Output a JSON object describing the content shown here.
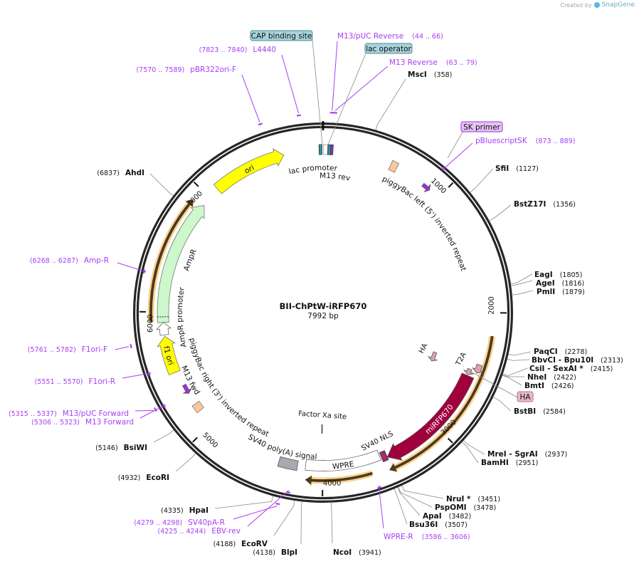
{
  "branding": {
    "created_by": "Created by",
    "product": "SnapGene"
  },
  "plasmid": {
    "name": "BII-ChPtW-iRFP670",
    "length_label": "7992 bp",
    "length_bp": 7992
  },
  "ticks": [
    "1000",
    "2000",
    "3000",
    "4000",
    "5000",
    "6000",
    "7000"
  ],
  "enzymes": [
    {
      "name": "MscI",
      "pos": "(358)",
      "bp": 358
    },
    {
      "name": "SfiI",
      "pos": "(1127)",
      "bp": 1127
    },
    {
      "name": "BstZ17I",
      "pos": "(1356)",
      "bp": 1356
    },
    {
      "name": "EagI",
      "pos": "(1805)",
      "bp": 1805
    },
    {
      "name": "AgeI",
      "pos": "(1816)",
      "bp": 1816
    },
    {
      "name": "PmlI",
      "pos": "(1879)",
      "bp": 1879
    },
    {
      "name": "PaqCI",
      "pos": "(2278)",
      "bp": 2278
    },
    {
      "name": "BbvCI  - Bpu10I",
      "pos": "(2313)",
      "bp": 2313
    },
    {
      "name": "CsiI  - SexAI *",
      "pos": "(2415)",
      "bp": 2415
    },
    {
      "name": "NheI",
      "pos": "(2422)",
      "bp": 2422
    },
    {
      "name": "BmtI",
      "pos": "(2426)",
      "bp": 2426
    },
    {
      "name": "BstBI",
      "pos": "(2584)",
      "bp": 2584
    },
    {
      "name": "MreI  - SgrAI",
      "pos": "(2937)",
      "bp": 2937
    },
    {
      "name": "BamHI",
      "pos": "(2951)",
      "bp": 2951
    },
    {
      "name": "NruI *",
      "pos": "(3451)",
      "bp": 3451
    },
    {
      "name": "PspOMI",
      "pos": "(3478)",
      "bp": 3478
    },
    {
      "name": "ApaI",
      "pos": "(3482)",
      "bp": 3482
    },
    {
      "name": "Bsu36I",
      "pos": "(3507)",
      "bp": 3507
    },
    {
      "name": "NcoI",
      "pos": "(3941)",
      "bp": 3941
    },
    {
      "name": "BlpI",
      "pos": "(4138)",
      "bp": 4138
    },
    {
      "name": "EcoRV",
      "pos": "(4188)",
      "bp": 4188
    },
    {
      "name": "HpaI",
      "pos": "(4335)",
      "bp": 4335
    },
    {
      "name": "EcoRI",
      "pos": "(4932)",
      "bp": 4932
    },
    {
      "name": "BsiWI",
      "pos": "(5146)",
      "bp": 5146
    },
    {
      "name": "AhdI",
      "pos": "(6837)",
      "bp": 6837
    }
  ],
  "primers": [
    {
      "name": "M13/pUC Reverse",
      "range": "(44 .. 66)",
      "start": 44,
      "end": 66
    },
    {
      "name": "M13 Reverse",
      "range": "(63 .. 79)",
      "start": 63,
      "end": 79
    },
    {
      "name": "pBluescriptSK",
      "range": "(873 .. 889)",
      "start": 873,
      "end": 889
    },
    {
      "name": "WPRE-R",
      "range": "(3586 .. 3606)",
      "start": 3586,
      "end": 3606
    },
    {
      "name": "EBV-rev",
      "range": "(4225 .. 4244)",
      "start": 4225,
      "end": 4244
    },
    {
      "name": "SV40pA-R",
      "range": "(4279 .. 4298)",
      "start": 4279,
      "end": 4298
    },
    {
      "name": "M13 Forward",
      "range": "(5306 .. 5323)",
      "start": 5306,
      "end": 5323
    },
    {
      "name": "M13/pUC Forward",
      "range": "(5315 .. 5337)",
      "start": 5315,
      "end": 5337
    },
    {
      "name": "F1ori-R",
      "range": "(5551 .. 5570)",
      "start": 5551,
      "end": 5570
    },
    {
      "name": "F1ori-F",
      "range": "(5761 .. 5782)",
      "start": 5761,
      "end": 5782
    },
    {
      "name": "Amp-R",
      "range": "(6268 .. 6287)",
      "start": 6268,
      "end": 6287
    },
    {
      "name": "pBR322ori-F",
      "range": "(7570 .. 7589)",
      "start": 7570,
      "end": 7589
    },
    {
      "name": "L4440",
      "range": "(7823 .. 7840)",
      "start": 7823,
      "end": 7840
    }
  ],
  "callouts": [
    {
      "label": "CAP binding site",
      "color": "#a7d3dc"
    },
    {
      "label": "lac operator",
      "color": "#a7d3dc"
    },
    {
      "label": "SK primer",
      "color": "#e6c2f7"
    },
    {
      "label": "HA",
      "color": "#e8b9c9"
    }
  ],
  "features": [
    {
      "label": "ori",
      "color": "#ffff00"
    },
    {
      "label": "lac promoter",
      "color": "#2f8ea3"
    },
    {
      "label": "M13 rev",
      "color": "#9b30e0"
    },
    {
      "label": "piggyBac left (5') inverted repeat",
      "color": "#f8c89a"
    },
    {
      "label": "HA",
      "color": "#d9a0b6"
    },
    {
      "label": "T2A",
      "color": "#d9a0b6"
    },
    {
      "label": "miRFP670",
      "color": "#a0003c"
    },
    {
      "label": "SV40 NLS",
      "color": "#a0306a"
    },
    {
      "label": "WPRE",
      "color": "#ffffff"
    },
    {
      "label": "Factor Xa site",
      "color": "#888888"
    },
    {
      "label": "SV40 poly(A) signal",
      "color": "#a5aab2"
    },
    {
      "label": "piggyBac right (3') inverted repeat",
      "color": "#f8c89a"
    },
    {
      "label": "M13 fwd",
      "color": "#9b30e0"
    },
    {
      "label": "f1 ori",
      "color": "#ffff00"
    },
    {
      "label": "AmpR promoter",
      "color": "#ffffff"
    },
    {
      "label": "AmpR",
      "color": "#ccf8cc"
    }
  ],
  "colors": {
    "primer": "#a83df5",
    "backbone": "#262626",
    "orf": "#f9c46a"
  }
}
